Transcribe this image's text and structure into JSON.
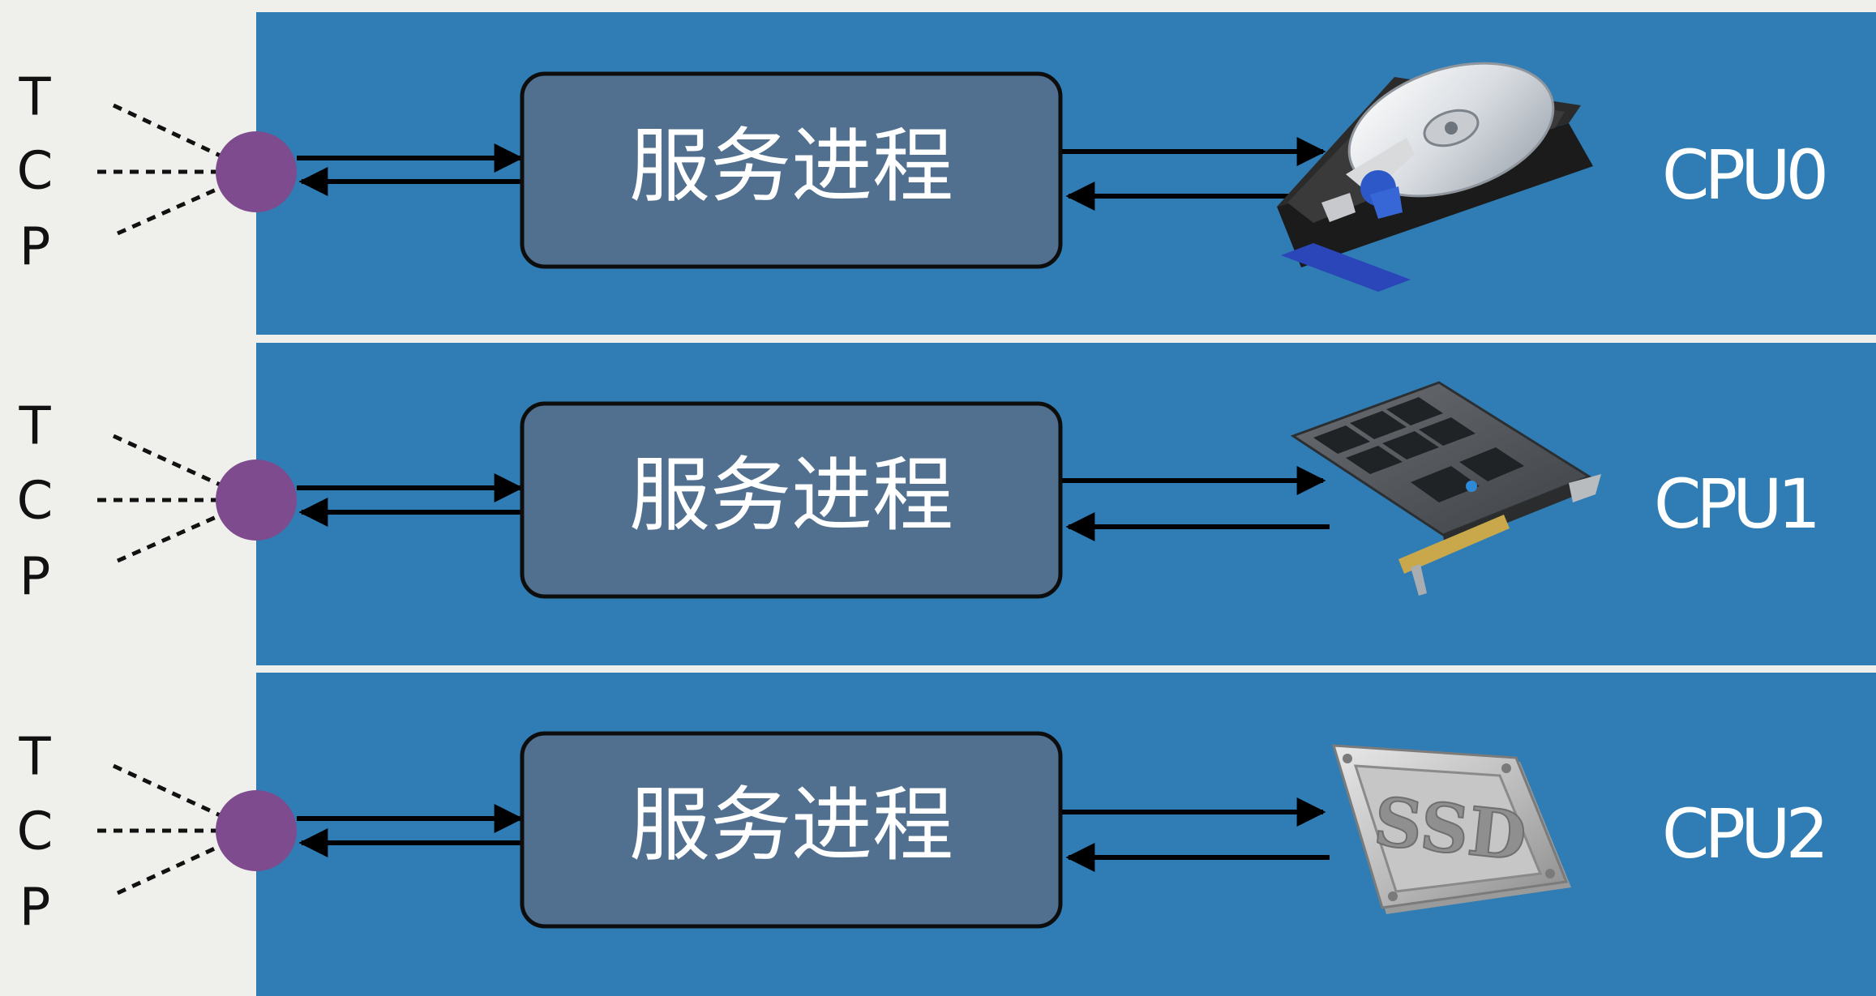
{
  "colors": {
    "background": "#efefeb",
    "panel": "#2f7db4",
    "process_box": "#516f8e",
    "socket_dot": "#7e4c8e"
  },
  "rows": [
    {
      "tcp_letters": [
        "T",
        "C",
        "P"
      ],
      "process_label": "服务进程",
      "cpu_label": "CPU0",
      "device_icon": "hard-disk-drive-icon"
    },
    {
      "tcp_letters": [
        "T",
        "C",
        "P"
      ],
      "process_label": "服务进程",
      "cpu_label": "CPU1",
      "device_icon": "pcie-flash-card-icon"
    },
    {
      "tcp_letters": [
        "T",
        "C",
        "P"
      ],
      "process_label": "服务进程",
      "cpu_label": "CPU2",
      "device_icon": "ssd-icon"
    }
  ],
  "ssd_text": "SSD"
}
